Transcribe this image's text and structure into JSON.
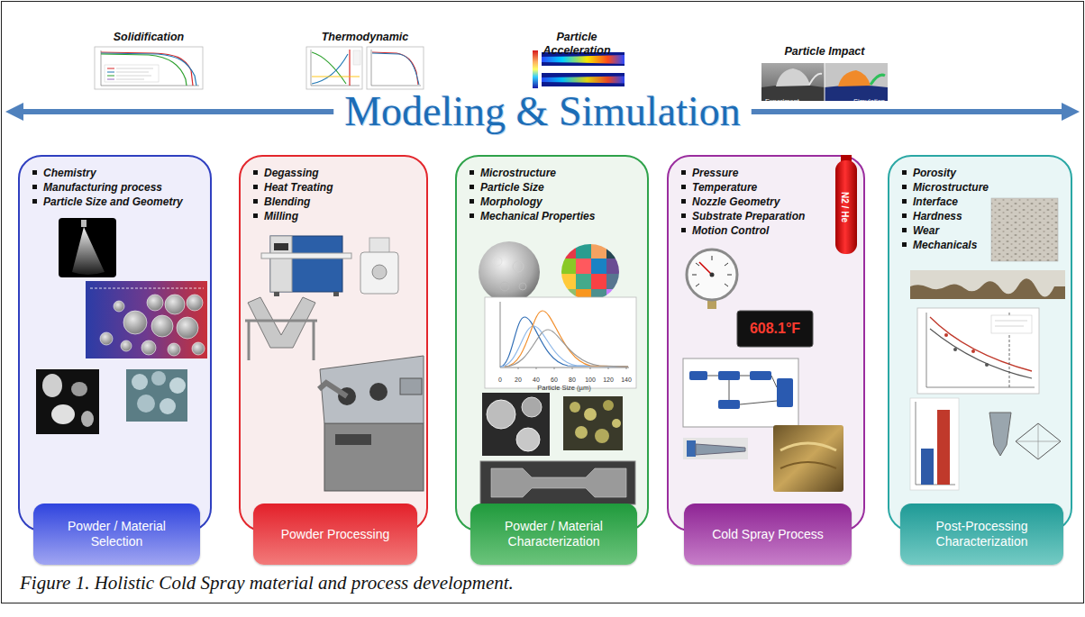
{
  "diagram": {
    "title": "Modeling & Simulation",
    "caption": "Figure 1. Holistic Cold Spray material and process development.",
    "nodes": [
      {
        "text": [
          "Solidification"
        ]
      },
      {
        "text": [
          "Thermodynamic"
        ]
      },
      {
        "text": [
          "Particle Acceleration"
        ]
      },
      {
        "text": [
          "Particle Impact"
        ]
      },
      {
        "text": [
          "Chemistry",
          "Manufacturing process",
          "Particle Size and Geometry"
        ]
      },
      {
        "text": [
          "Powder / Material Selection"
        ],
        "in": 4
      },
      {
        "text": [
          "Degassing",
          "Heat Treating",
          "Blending",
          "Milling"
        ]
      },
      {
        "text": [
          "Powder Processing"
        ],
        "in": 6
      },
      {
        "text": [
          "Microstructure",
          "Particle Size",
          "Morphology",
          "Mechanical Properties"
        ]
      },
      {
        "text": [
          "Powder / Material Characterization"
        ],
        "in": 8
      },
      {
        "text": [
          "Pressure",
          "Temperature",
          "Nozzle Geometry",
          "Substrate Preparation",
          "Motion Control"
        ]
      },
      {
        "text": [
          "Cold Spray Process"
        ],
        "in": 10
      },
      {
        "text": [
          "Porosity",
          "Microstructure",
          "Interface",
          "Hardness",
          "Wear",
          "Mechanicals"
        ]
      },
      {
        "text": [
          "Post-Processing Characterization"
        ],
        "in": 12
      }
    ],
    "labels": [
      "Experiment",
      "Simulation",
      "0",
      "20",
      "40",
      "60",
      "80",
      "100",
      "120",
      "140",
      "Particle Size (µm)",
      "N2 / He",
      "608.1°F"
    ]
  }
}
